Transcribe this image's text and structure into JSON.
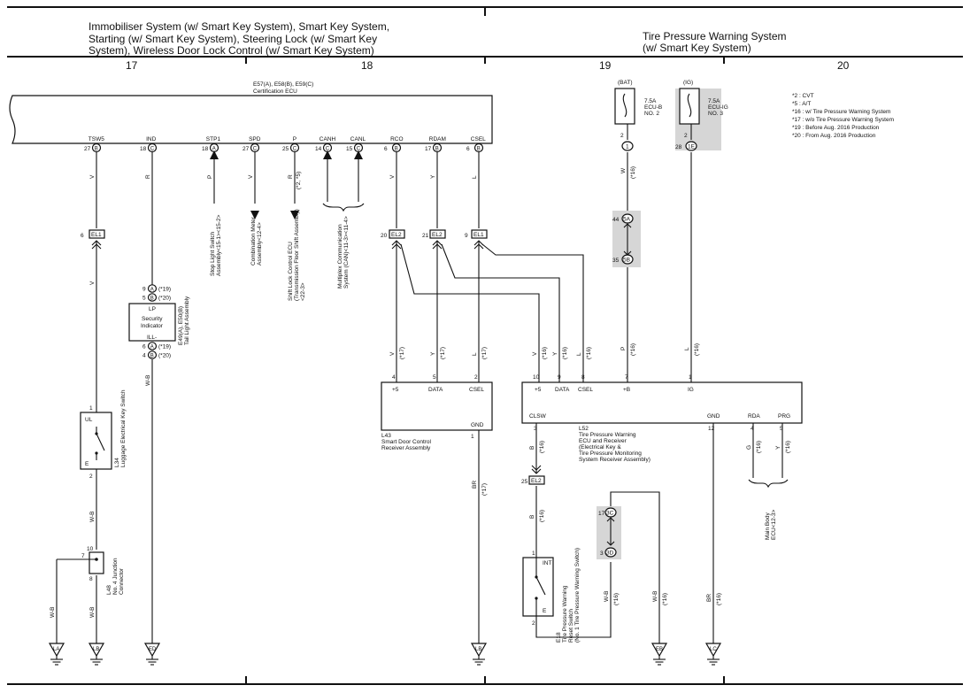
{
  "header": {
    "left_title": [
      "Immobiliser System (w/ Smart Key System),  Smart Key System,",
      "Starting (w/ Smart Key System),  Steering Lock (w/ Smart Key",
      "System),  Wireless Door Lock Control (w/ Smart Key System)"
    ],
    "right_title": [
      "Tire Pressure Warning System",
      "(w/ Smart Key System)"
    ],
    "sections": [
      "17",
      "18",
      "19",
      "20"
    ]
  },
  "cert_ecu": {
    "code": "E57(A), E58(B), E59(C)",
    "name": "Certification ECU",
    "pins": [
      {
        "name": "TSW5",
        "num": "27",
        "conn": "B"
      },
      {
        "name": "IND",
        "num": "18",
        "conn": "C"
      },
      {
        "name": "STP1",
        "num": "18",
        "conn": "A"
      },
      {
        "name": "SPD",
        "num": "27",
        "conn": "C"
      },
      {
        "name": "P",
        "num": "25",
        "conn": "C"
      },
      {
        "name": "CANH",
        "num": "14",
        "conn": "C"
      },
      {
        "name": "CANL",
        "num": "15",
        "conn": "C"
      },
      {
        "name": "RCO",
        "num": "6",
        "conn": "B"
      },
      {
        "name": "RDAM",
        "num": "17",
        "conn": "B"
      },
      {
        "name": "CSEL",
        "num": "6",
        "conn": "B"
      }
    ]
  },
  "wire_colors": {
    "tsw5": "V",
    "ind": "R",
    "stp1": "P",
    "spd": "V",
    "p": "R",
    "p_note": "(*2, *5)",
    "rco": "V",
    "rdam": "Y",
    "csel": "L",
    "w": "W",
    "w_note": "(*16)",
    "p2": "P",
    "p2_note": "(*16)",
    "l2": "L",
    "l2_note": "(*16)",
    "vwb": "W-B",
    "b": "B",
    "br": "BR",
    "br_note": "(*17)",
    "br2_note": "(*16)"
  },
  "destinations": {
    "stp1": [
      "Stop Light Switch",
      "Assembly<15-1><15-2>"
    ],
    "spd": [
      "Combination Meter",
      "Assembly<12-4>"
    ],
    "p": [
      "Shift Lock Control ECU",
      "(Transmission Floor Shift Assembly)",
      "<22-3>"
    ],
    "can": [
      "Multiplex Communication",
      "System (CAN)<11-3><11-4>"
    ],
    "main_body": [
      "Main Body",
      "ECU<12-3>"
    ]
  },
  "connectors": {
    "el1_tsw": {
      "num": "6",
      "id": "EL1"
    },
    "el2_rco": {
      "num": "20",
      "id": "EL2"
    },
    "el2_rdam": {
      "num": "21",
      "id": "EL2"
    },
    "el1_csel": {
      "num": "9",
      "id": "EL1"
    },
    "el2_b": {
      "num": "25",
      "id": "EL2"
    },
    "a5a": {
      "num": "44",
      "id": "5A"
    },
    "b5b": {
      "num": "35",
      "id": "5B"
    },
    "c3c": {
      "num": "17",
      "id": "3C"
    },
    "d3d": {
      "num": "3",
      "id": "3D"
    }
  },
  "fuses": {
    "bat": {
      "label": "(BAT)",
      "amp": "7.5A",
      "name": "ECU-B",
      "no": "NO. 2",
      "pin": "2",
      "conn": "1"
    },
    "ig": {
      "label": "(IG)",
      "amp": "7.5A",
      "name": "ECU-IG",
      "no": "NO. 3",
      "pin": "28",
      "conn": "1E"
    }
  },
  "notes": [
    "*2 : CVT",
    "*5 : A/T",
    "*16 : w/ Tire Pressure Warning System",
    "*17 : w/o Tire Pressure Warning System",
    "*19 : Before Aug.  2016 Production",
    "*20 : From Aug.  2016 Production"
  ],
  "security": {
    "code": "E49(A), E50(B)",
    "name": "Tail Light Assembly",
    "label": [
      "Security",
      "Indicator"
    ],
    "lp": "LP",
    "ill": "ILL-",
    "pins": [
      {
        "n": "9",
        "c": "A",
        "note": "(*19)"
      },
      {
        "n": "5",
        "c": "B",
        "note": "(*20)"
      },
      {
        "n": "6",
        "c": "A",
        "note": "(*19)"
      },
      {
        "n": "4",
        "c": "B",
        "note": "(*20)"
      }
    ]
  },
  "l34": {
    "code": "L34",
    "name": "Luggage Electrical Key Switch",
    "ul": "UL",
    "e": "E",
    "pin1": "1",
    "pin2": "2"
  },
  "l48": {
    "code": "L48",
    "name": [
      "No. 4 Junction",
      "Connector"
    ],
    "pins": [
      "10",
      "7",
      "8"
    ]
  },
  "l43": {
    "code": "L43",
    "name": [
      "Smart Door Control",
      "Receiver Assembly"
    ],
    "pins": [
      {
        "n": "4",
        "l": "+5"
      },
      {
        "n": "5",
        "l": "DATA"
      },
      {
        "n": "2",
        "l": "CSEL"
      },
      {
        "n": "1",
        "l": "GND"
      }
    ],
    "notes": [
      "(*17)",
      "(*17)",
      "(*17)"
    ]
  },
  "l52": {
    "code": "L52",
    "name": [
      "Tire Pressure Warning",
      "ECU and Receiver",
      "(Electrical Key &",
      "Tire Pressure Monitoring",
      "System Receiver Assembly)"
    ],
    "top_pins": [
      {
        "n": "10",
        "l": "+5"
      },
      {
        "n": "9",
        "l": "DATA"
      },
      {
        "n": "8",
        "l": "CSEL"
      },
      {
        "n": "7",
        "l": "+B"
      },
      {
        "n": "1",
        "l": "IG"
      }
    ],
    "bottom_pins": [
      {
        "n": "3",
        "l": "CLSW"
      },
      {
        "n": "12",
        "l": "GND"
      },
      {
        "n": "4",
        "l": "RDA"
      },
      {
        "n": "5",
        "l": "PRG"
      }
    ],
    "wire_labels": [
      {
        "c": "V",
        "n": "(*16)"
      },
      {
        "c": "Y",
        "n": "(*16)"
      },
      {
        "c": "L",
        "n": "(*16)"
      }
    ],
    "rda": {
      "c": "G",
      "n": "(*16)"
    },
    "prg": {
      "c": "Y",
      "n": "(*16)"
    }
  },
  "e18": {
    "code": "E18",
    "name": [
      "Tire Pressure Warning",
      "Reset Switch",
      "(No. 1 Tire Pressure Warning Switch)"
    ],
    "int": "INT",
    "e": "E",
    "pin1": "1",
    "pin2": "2"
  },
  "grounds": [
    "LA",
    "LB",
    "ED",
    "LB",
    "EB",
    "LC"
  ],
  "colors": {
    "line": "#111111",
    "shade": "#d6d6d6"
  }
}
